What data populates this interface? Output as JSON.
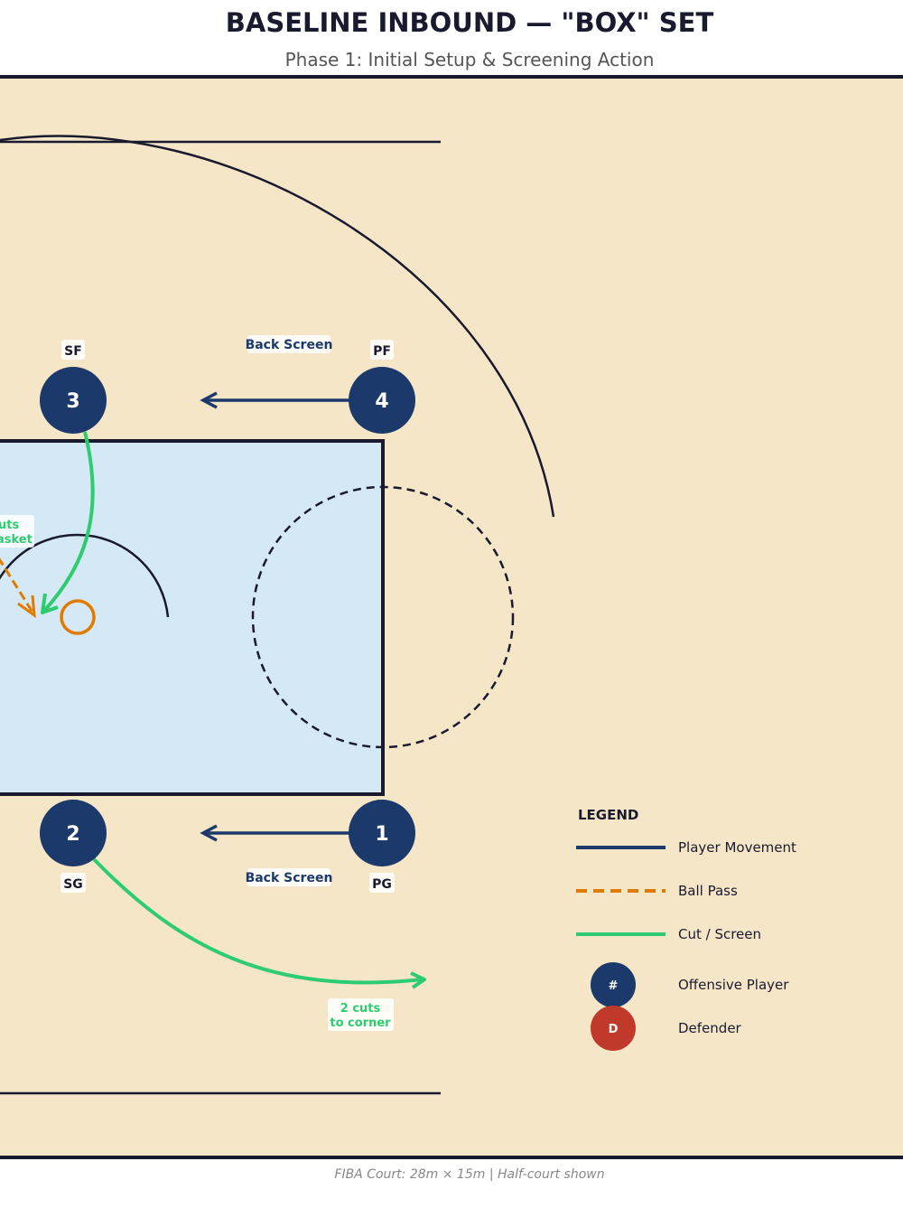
{
  "header": {
    "title": "BASELINE INBOUND — \"BOX\" SET",
    "subtitle": "Phase 1: Initial Setup & Screening Action"
  },
  "colors": {
    "court_wood": "#f5e6c8",
    "paint": "#d4e8f5",
    "line": "#1a1a2e",
    "offense": "#1b3a6b",
    "defense": "#c0392b",
    "pass": "#e07b00",
    "cut": "#2ecc71",
    "rim": "#e07b00"
  },
  "players": [
    {
      "number": "3",
      "position": "SF"
    },
    {
      "number": "4",
      "position": "PF"
    },
    {
      "number": "2",
      "position": "SG"
    },
    {
      "number": "1",
      "position": "PG"
    }
  ],
  "annotations": {
    "back_screen_top": "Back Screen",
    "back_screen_bottom": "Back Screen",
    "cut_basket_line1": "uts",
    "cut_basket_line2": "asket",
    "cut_corner_line1": "2 cuts",
    "cut_corner_line2": "to corner"
  },
  "legend": {
    "title": "LEGEND",
    "items": [
      {
        "label": "Player Movement",
        "icon": "solid-line"
      },
      {
        "label": "Ball Pass",
        "icon": "dashed-line"
      },
      {
        "label": "Cut / Screen",
        "icon": "green-line"
      },
      {
        "label": "Offensive Player",
        "icon": "offense-circle",
        "symbol": "#"
      },
      {
        "label": "Defender",
        "icon": "defense-circle",
        "symbol": "D"
      }
    ]
  },
  "footer": {
    "text": "FIBA Court: 28m × 15m  |  Half-court shown"
  }
}
